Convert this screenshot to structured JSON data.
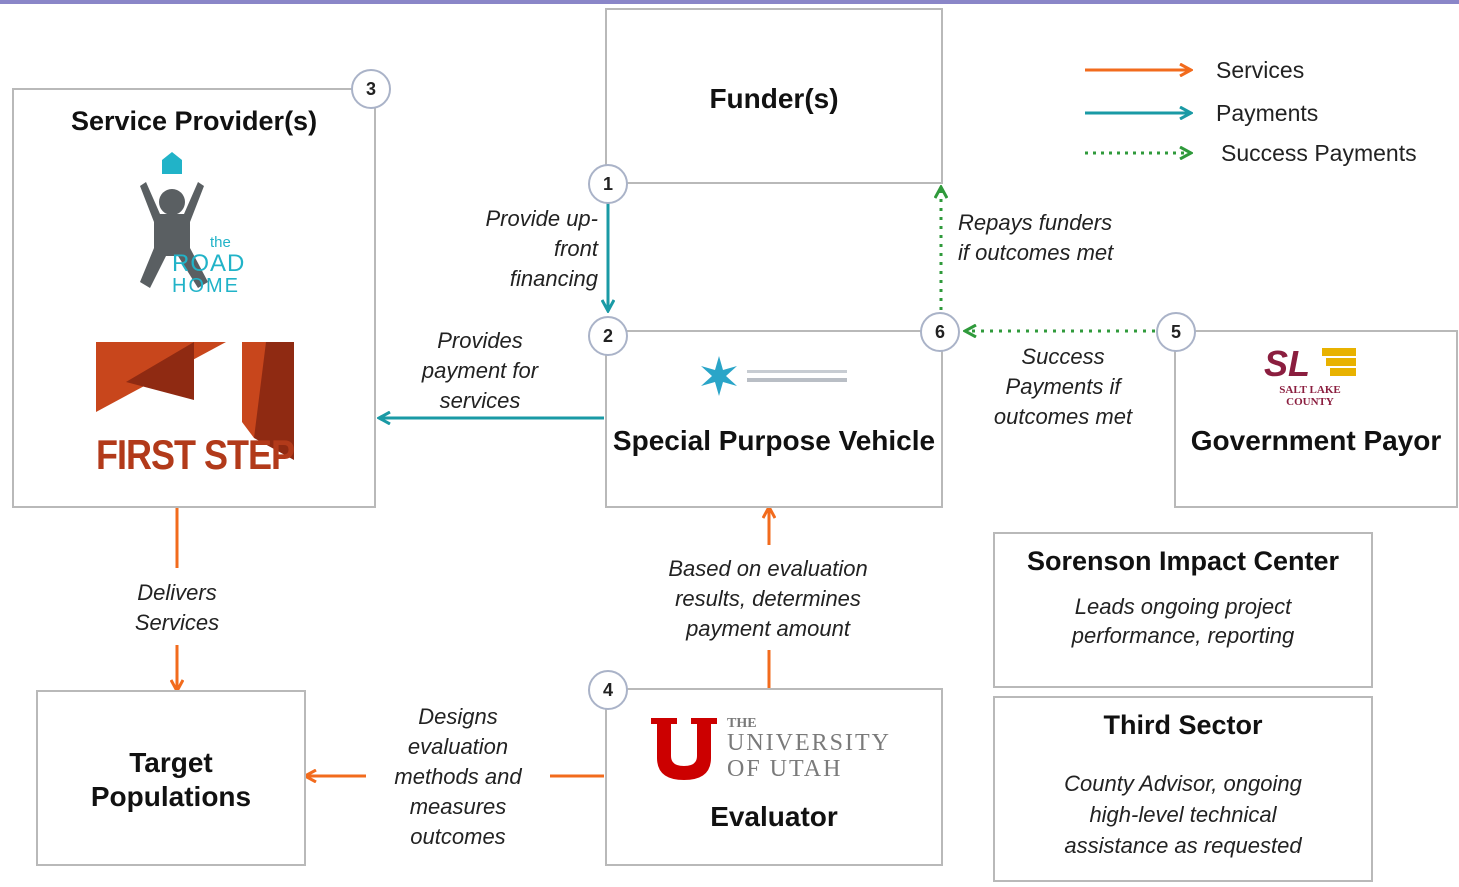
{
  "legend": {
    "services": "Services",
    "payments": "Payments",
    "success_payments": "Success Payments"
  },
  "colors": {
    "services": "#f26b1d",
    "payments": "#1a9aa5",
    "success": "#2f9a3b",
    "box_border": "#b9b9b9",
    "road_home_teal": "#21b3c8",
    "first_step_red": "#b23a1a",
    "utah_red": "#cc0000",
    "salt_lake_maroon": "#8b1e3f",
    "salt_lake_gold": "#e8b200"
  },
  "nodes": {
    "funder": {
      "title": "Funder(s)"
    },
    "service_provider": {
      "title": "Service Provider(s)",
      "number": "3"
    },
    "spv": {
      "title": "Special Purpose Vehicle",
      "number": "2"
    },
    "gov": {
      "title": "Government Payor",
      "number": "5"
    },
    "target": {
      "title": "Target Populations"
    },
    "evaluator": {
      "title": "Evaluator",
      "number": "4"
    },
    "sorenson": {
      "title": "Sorenson Impact Center",
      "text": "Leads ongoing project performance, reporting"
    },
    "third_sector": {
      "title": "Third Sector",
      "text": "County Advisor, ongoing high-level technical assistance as requested"
    }
  },
  "steps": {
    "one": "1",
    "six": "6"
  },
  "flows": {
    "upfront": "Provide up-front financing",
    "pay_services": "Provides payment for services",
    "repays": "Repays funders if outcomes met",
    "success_payments": "Success Payments if outcomes met",
    "delivers": "Delivers Services",
    "eval_result": "Based on evaluation results, determines payment amount",
    "designs": "Designs evaluation methods and measures outcomes"
  },
  "logos": {
    "road_home": {
      "the": "the",
      "road": "ROAD",
      "home": "HOME"
    },
    "first_step": "FIRST STEP",
    "salt_lake": {
      "sl": "SL",
      "county": "SALT LAKE COUNTY"
    },
    "univ_utah": {
      "the": "THE",
      "university": "UNIVERSITY",
      "of_utah": "OF UTAH"
    }
  },
  "icons": [
    "road-home-person-icon",
    "first-step-logo-icon",
    "spv-star-icon",
    "salt-lake-county-logo-icon",
    "university-of-utah-u-icon"
  ]
}
